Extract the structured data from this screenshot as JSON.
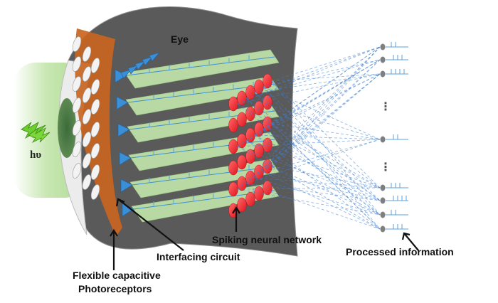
{
  "labels": {
    "eye": "Eye",
    "light": "hυ",
    "snn": "Spiking neural network",
    "interfacing": "Interfacing circuit",
    "photoreceptors_line1": "Flexible capacitive",
    "photoreceptors_line2": "Photoreceptors",
    "processed": "Processed information",
    "ellipsis": "⋮"
  },
  "colors": {
    "eye_body": "#5a5a5a",
    "cornea_band": "#c8651f",
    "glow": "#bfe3a6",
    "layer": "#c9f0b0",
    "neuron": "#f0323a",
    "triangle": "#3b8fd6",
    "dashed": "#3f7fcf",
    "spike": "#5aa0e0",
    "output_node": "#7f7f7f"
  },
  "icons": [
    "lightning-icon",
    "photoreceptor-icon",
    "neuron-icon",
    "interface-triangle-icon",
    "output-node-icon"
  ]
}
